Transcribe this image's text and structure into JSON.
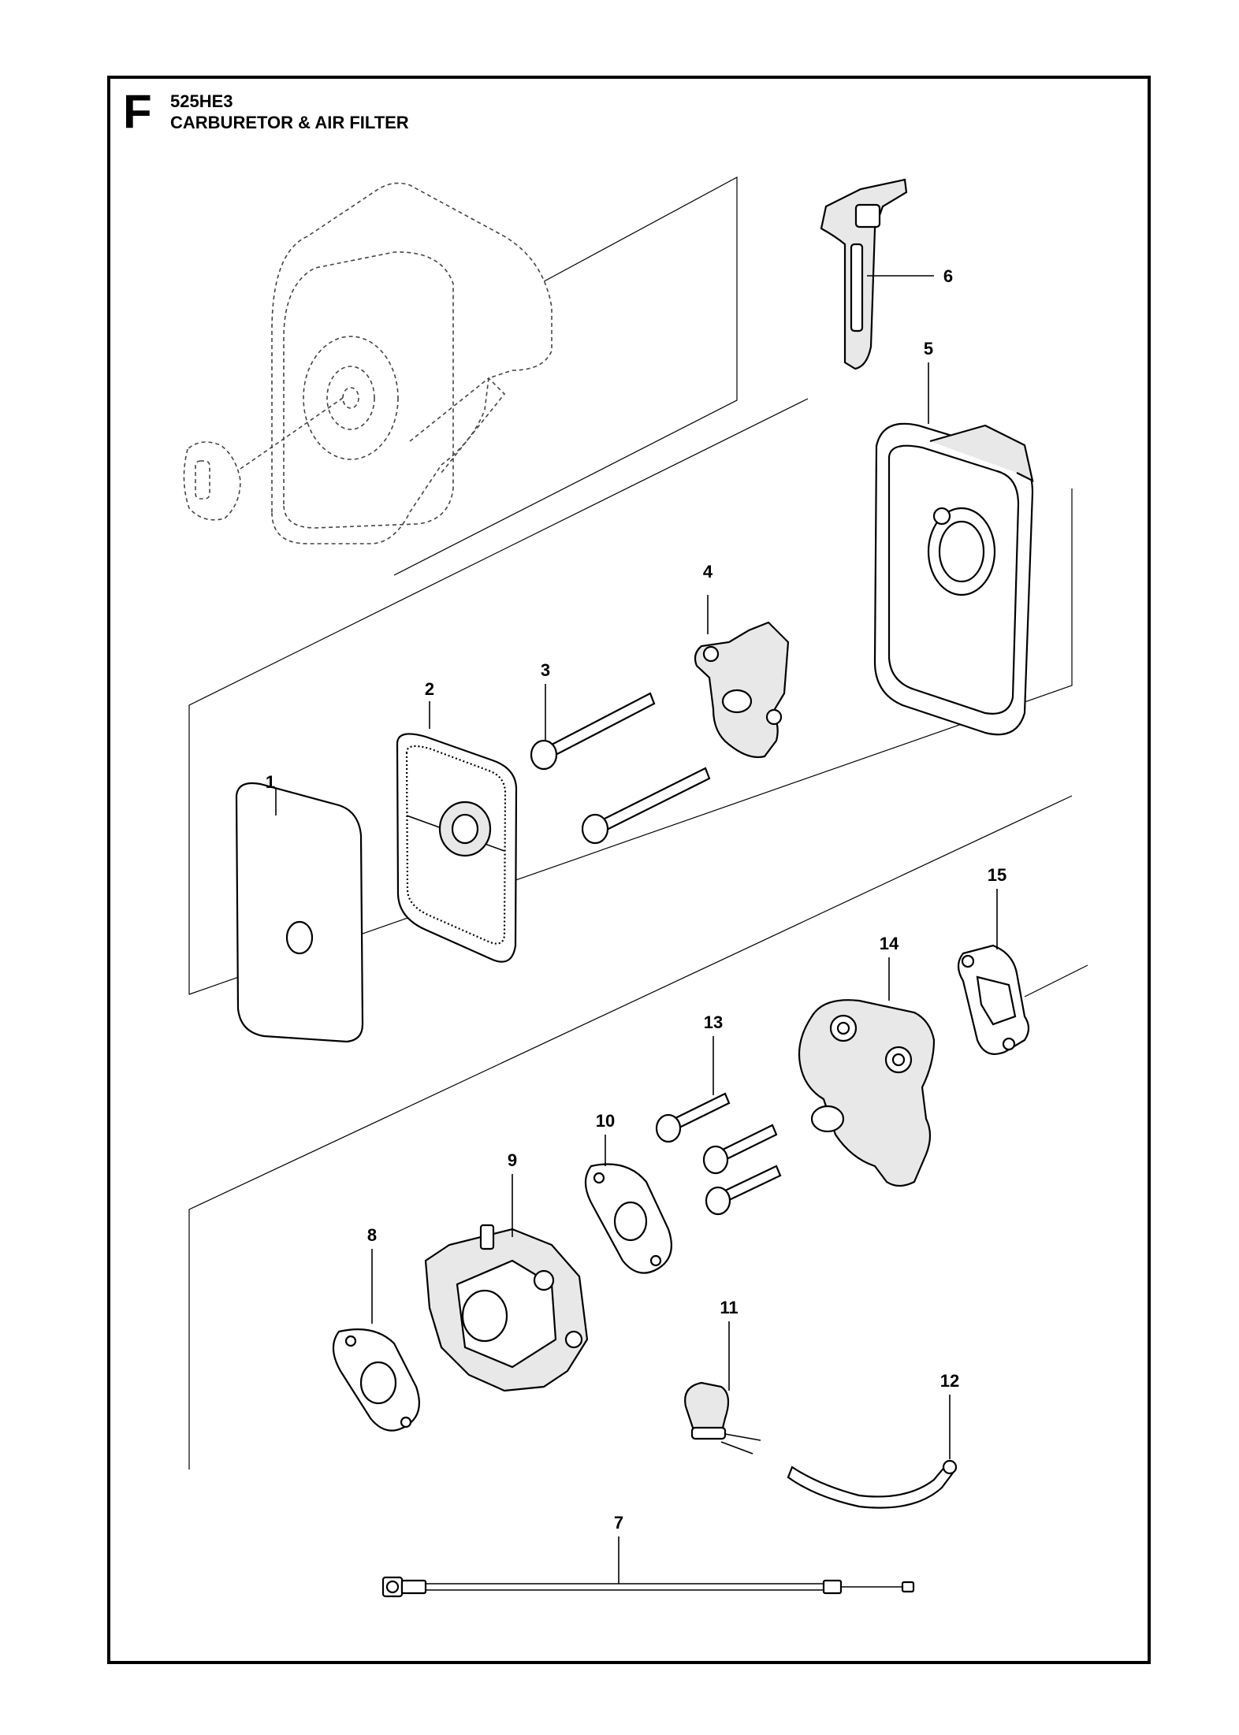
{
  "header": {
    "section_letter": "F",
    "model": "525HE3",
    "title": "CARBURETOR & AIR FILTER"
  },
  "callouts": [
    "1",
    "2",
    "3",
    "4",
    "5",
    "6",
    "7",
    "8",
    "9",
    "10",
    "11",
    "12",
    "13",
    "14",
    "15"
  ],
  "colors": {
    "ink": "#000000",
    "background": "#ffffff",
    "shading": "#e8e8e8"
  }
}
